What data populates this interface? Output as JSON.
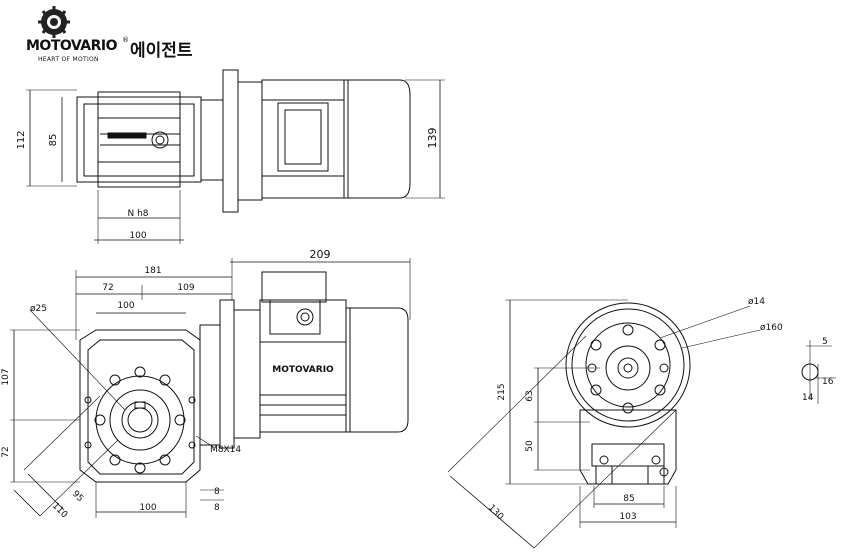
{
  "logo": {
    "brand": "MOTOVARIO",
    "mark": "®",
    "korean": "에이전트",
    "tagline": "HEART OF MOTION"
  },
  "dimensions": {
    "top_112": "112",
    "top_85": "85",
    "top_139": "139",
    "top_nh8": "N h8",
    "top_100": "100",
    "d209": "209",
    "d181": "181",
    "d72a": "72",
    "d109": "109",
    "d100mid": "100",
    "dia25": "ø25",
    "d107": "107",
    "d72b": "72",
    "d95": "95",
    "d110": "110",
    "d100bot": "100",
    "m8x14": "M8X14",
    "d8a": "8",
    "d8b": "8",
    "motor_label": "MOTOVARIO",
    "dia14": "ø14",
    "dia160": "ø160",
    "d215": "215",
    "d63": "63",
    "d50": "50",
    "d85": "85",
    "d103": "103",
    "d130": "130",
    "k5": "5",
    "k16": "16",
    "k14": "14"
  },
  "colors": {
    "line": "#111111",
    "background": "#ffffff"
  }
}
